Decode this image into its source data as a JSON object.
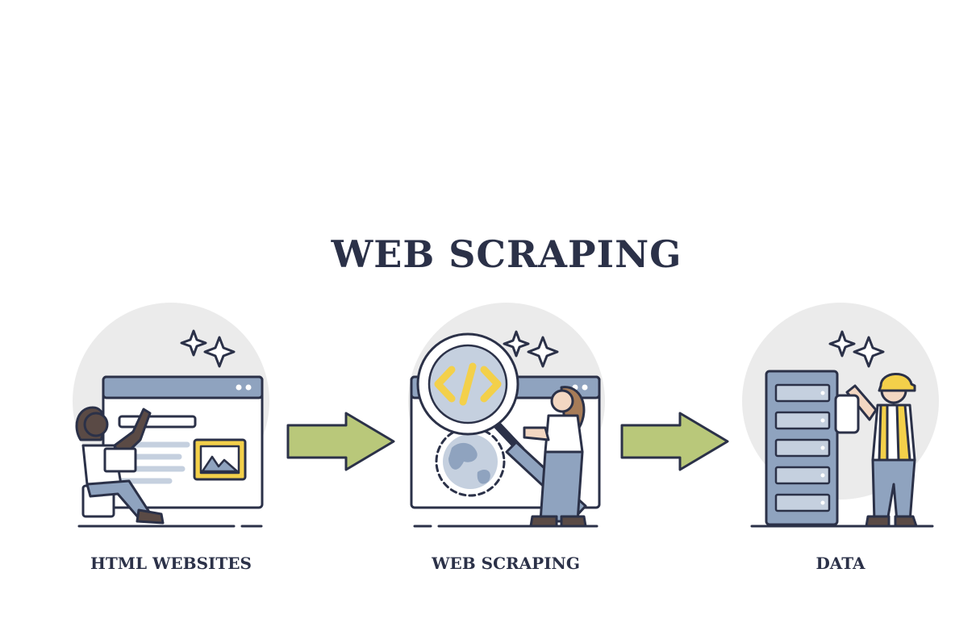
{
  "title": "WEB SCRAPING",
  "stages": [
    {
      "label": "HTML WEBSITES",
      "icon": "html-website-icon"
    },
    {
      "label": "WEB SCRAPING",
      "icon": "magnifier-code-icon"
    },
    {
      "label": "DATA",
      "icon": "server-rack-icon"
    }
  ],
  "colors": {
    "outline": "#2b3148",
    "blue": "#8fa3bf",
    "blue_light": "#c5d0df",
    "grey_circle": "#ebebeb",
    "yellow": "#f3d04a",
    "green_arrow": "#b9c87a",
    "skin": "#f3d7c2",
    "skin_dark": "#5a4a45",
    "hair_brown": "#a77c58"
  }
}
